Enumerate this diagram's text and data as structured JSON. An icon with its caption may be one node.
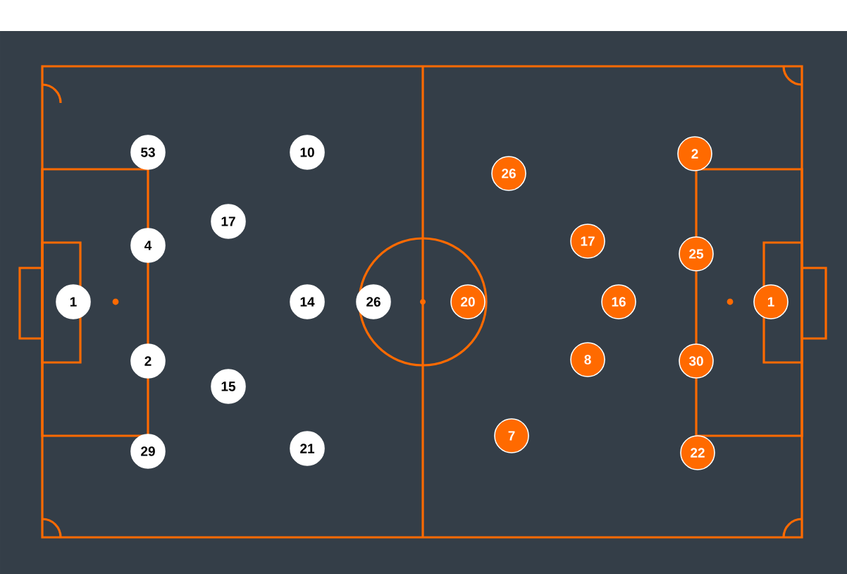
{
  "diagram": {
    "nodes": [
      {
        "text": [
          "1"
        ]
      },
      {
        "text": [
          "53"
        ]
      },
      {
        "text": [
          "4"
        ]
      },
      {
        "text": [
          "2"
        ]
      },
      {
        "text": [
          "29"
        ]
      },
      {
        "text": [
          "17"
        ]
      },
      {
        "text": [
          "15"
        ]
      },
      {
        "text": [
          "10"
        ]
      },
      {
        "text": [
          "14"
        ]
      },
      {
        "text": [
          "21"
        ]
      },
      {
        "text": [
          "26"
        ]
      },
      {
        "text": [
          "26"
        ]
      },
      {
        "text": [
          "2"
        ]
      },
      {
        "text": [
          "17"
        ]
      },
      {
        "text": [
          "25"
        ]
      },
      {
        "text": [
          "20"
        ]
      },
      {
        "text": [
          "16"
        ]
      },
      {
        "text": [
          "1"
        ]
      },
      {
        "text": [
          "8"
        ]
      },
      {
        "text": [
          "30"
        ]
      },
      {
        "text": [
          "7"
        ]
      },
      {
        "text": [
          "22"
        ]
      }
    ]
  }
}
